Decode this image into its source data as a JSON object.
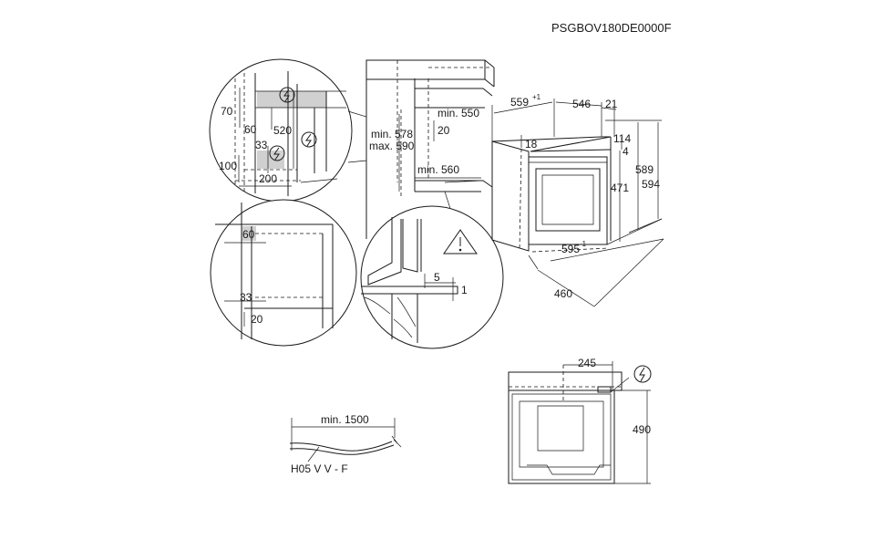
{
  "model_code": "PSGBOV180DE0000F",
  "colors": {
    "line": "#1a1a1a",
    "shade": "#d0d0d0",
    "background": "#ffffff"
  },
  "icons": [
    "electric-connection-icon",
    "warning-triangle-icon"
  ],
  "detail_top_left": {
    "dims": {
      "d70": "70",
      "d60": "60",
      "d520": "520",
      "d33": "33",
      "d100": "100",
      "d200": "200"
    }
  },
  "cabinet": {
    "dims": {
      "min550": "min. 550",
      "d20": "20",
      "min578": "min. 578",
      "max590": "max. 590",
      "min560": "min. 560"
    }
  },
  "detail_mid_left": {
    "dims": {
      "d60": "60",
      "d33": "33",
      "d20": "20"
    }
  },
  "detail_mid_right": {
    "dims": {
      "d5": "5",
      "d1": "1"
    }
  },
  "oven": {
    "dims": {
      "d559": "559",
      "d559_tol": "+1",
      "d546": "546",
      "d21": "21",
      "d114": "114",
      "d4": "4",
      "d18": "18",
      "d471": "471",
      "d589": "589",
      "d594": "594",
      "d595": "595",
      "d595_tol": "-1",
      "d460": "460"
    }
  },
  "cable": {
    "min1500": "min. 1500",
    "type": "H05 V V - F"
  },
  "back_view": {
    "d245": "245",
    "d490": "490"
  }
}
